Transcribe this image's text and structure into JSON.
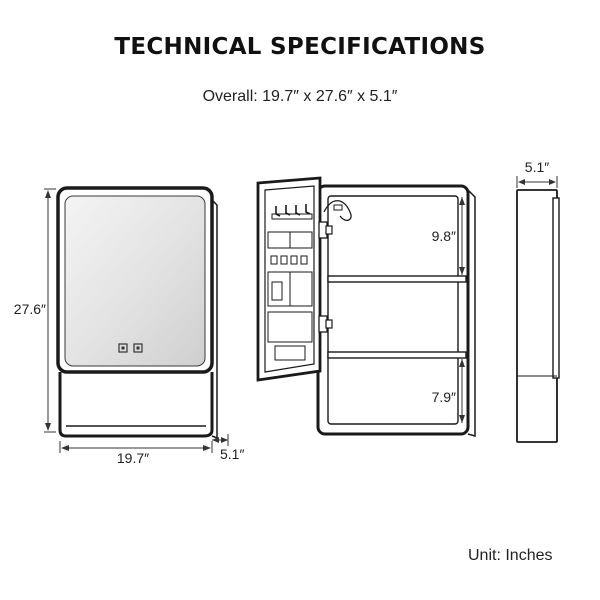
{
  "header": {
    "title": "TECHNICAL SPECIFICATIONS",
    "overall": "Overall: 19.7″ x 27.6″ x 5.1″"
  },
  "dimensions": {
    "height": "27.6″",
    "width": "19.7″",
    "depth_front": "5.1″",
    "depth_side": "5.1″",
    "upper_shelf_gap": "9.8″",
    "lower_shelf_gap": "7.9″"
  },
  "footer": {
    "unit": "Unit: Inches"
  }
}
